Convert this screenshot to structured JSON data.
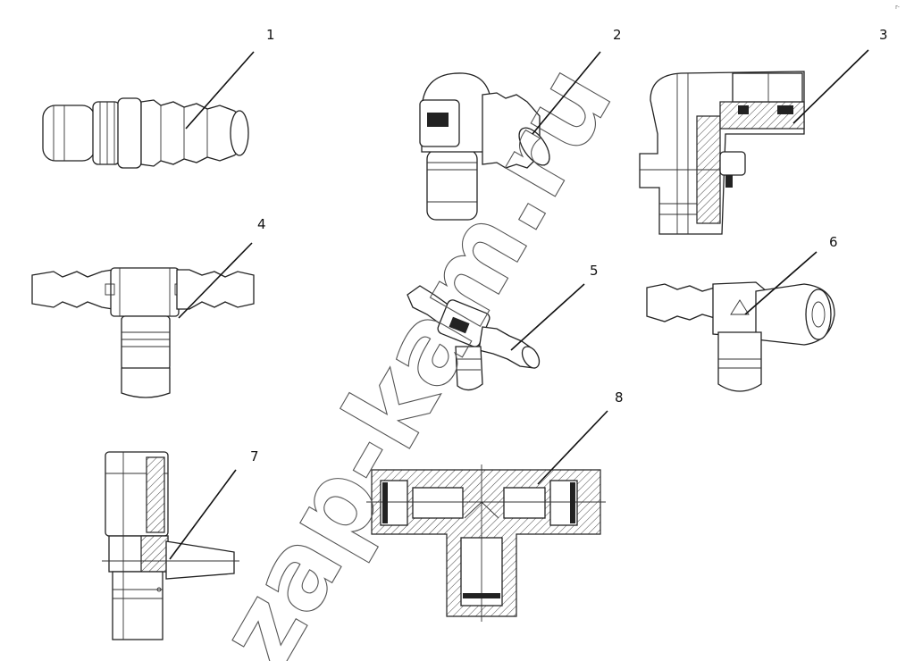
{
  "callouts": [
    "1",
    "2",
    "3",
    "4",
    "5",
    "6",
    "7",
    "8"
  ],
  "watermark": "zap-kam.ru",
  "corner_mark": "r-"
}
